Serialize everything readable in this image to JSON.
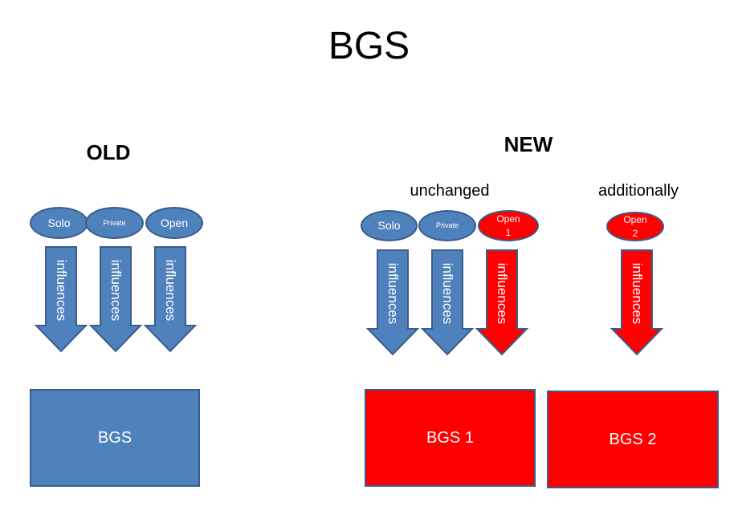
{
  "title": "BGS",
  "old": {
    "heading": "OLD",
    "sources": [
      "Solo",
      "Private",
      "Open"
    ],
    "arrow_label": "influences",
    "target": "BGS"
  },
  "new": {
    "heading": "NEW",
    "unchanged_label": "unchanged",
    "additionally_label": "additionally",
    "sources": [
      "Solo",
      "Private",
      "Open\n1",
      "Open\n2"
    ],
    "arrow_label": "influences",
    "targets": [
      "BGS 1",
      "BGS 2"
    ]
  },
  "colors": {
    "blue_fill": "#4f81bd",
    "blue_stroke": "#385d8a",
    "red_fill": "#ff0000"
  }
}
